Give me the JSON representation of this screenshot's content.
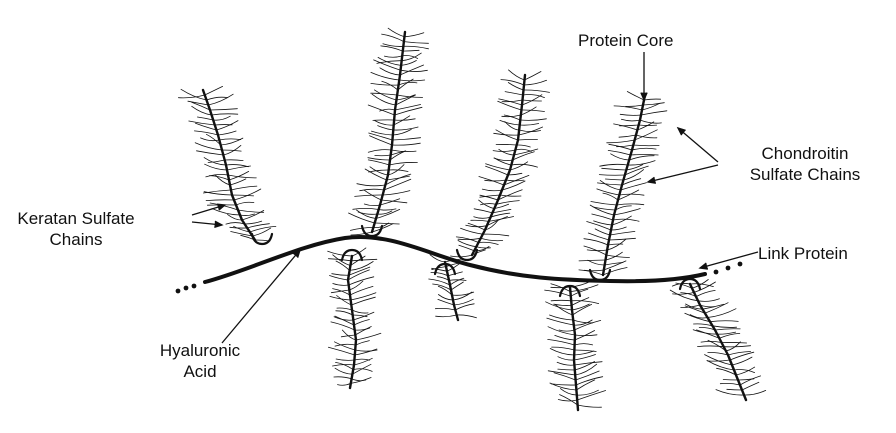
{
  "labels": {
    "protein_core": "Protein Core",
    "chondroitin_line1": "Chondroitin",
    "chondroitin_line2": "Sulfate Chains",
    "keratan_line1": "Keratan Sulfate",
    "keratan_line2": "Chains",
    "link_protein": "Link Protein",
    "hyaluronic_line1": "Hyaluronic",
    "hyaluronic_line2": "Acid"
  },
  "colors": {
    "ink": "#111111",
    "background": "#ffffff"
  }
}
